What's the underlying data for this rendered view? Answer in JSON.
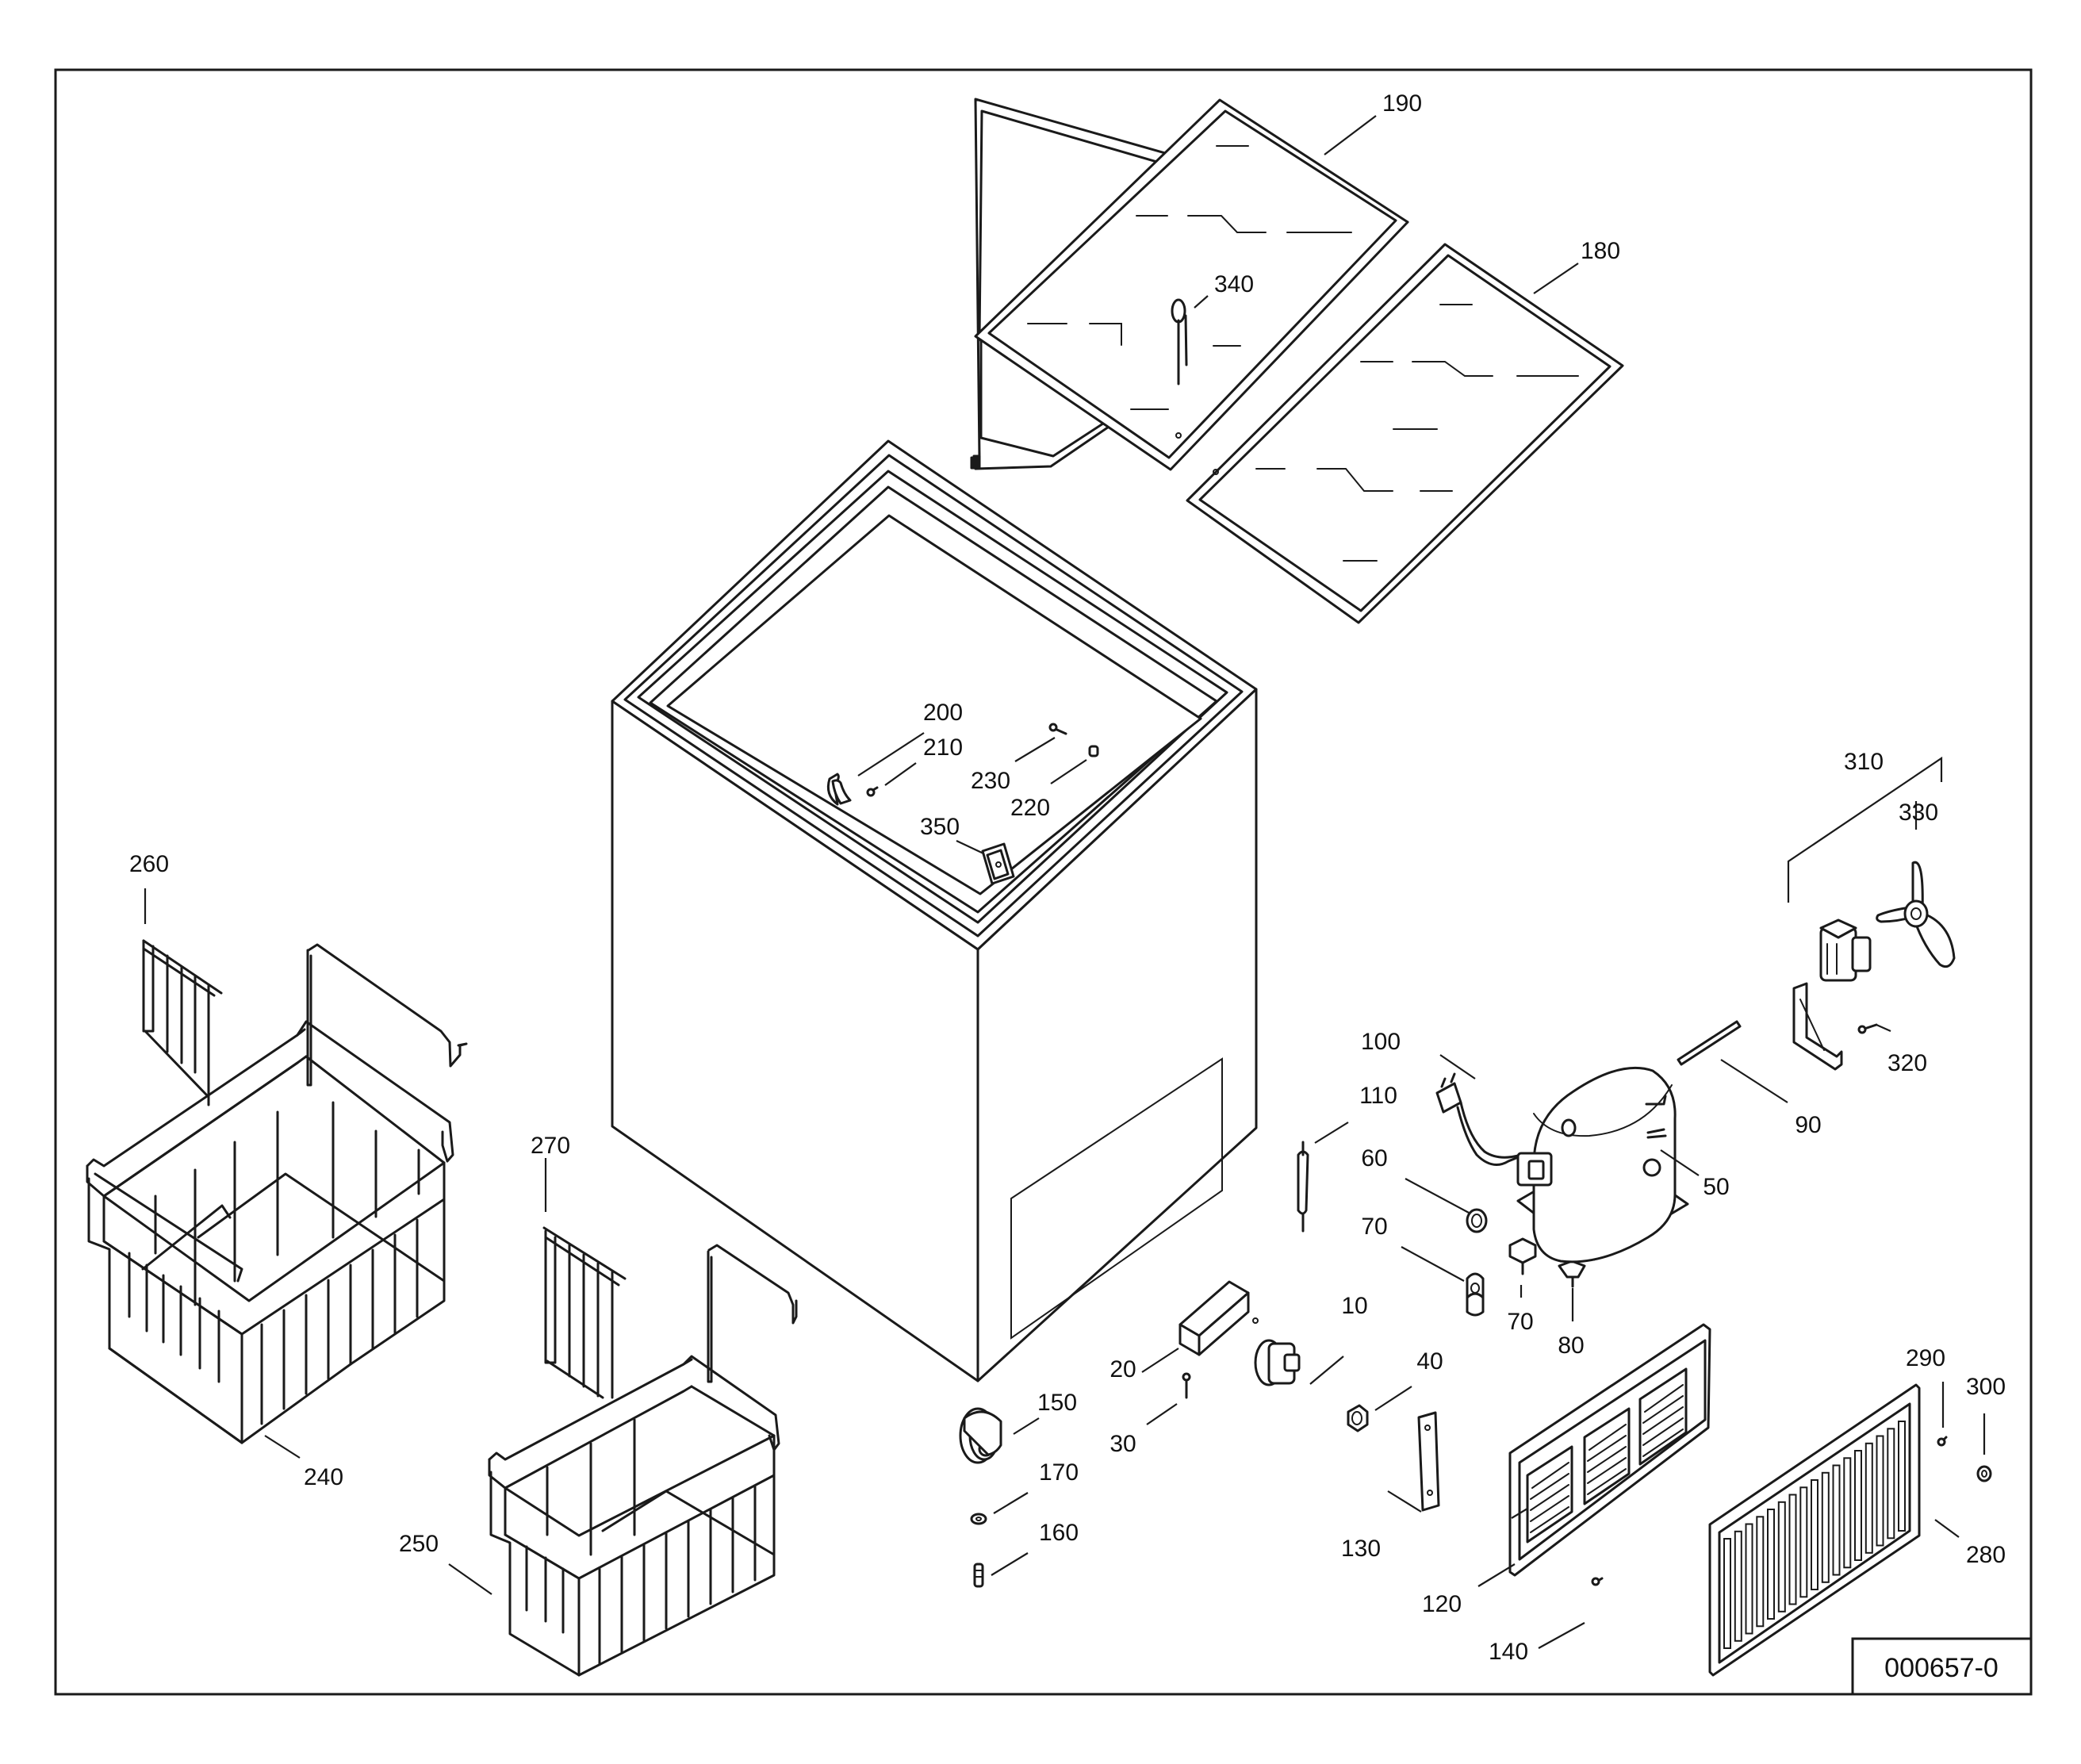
{
  "document_number": "000657-0",
  "callouts": {
    "c10": "10",
    "c20": "20",
    "c30": "30",
    "c40": "40",
    "c50": "50",
    "c60": "60",
    "c70a": "70",
    "c70b": "70",
    "c80": "80",
    "c90": "90",
    "c100": "100",
    "c110": "110",
    "c120": "120",
    "c130": "130",
    "c140": "140",
    "c150": "150",
    "c160": "160",
    "c170": "170",
    "c180": "180",
    "c190": "190",
    "c200": "200",
    "c210": "210",
    "c220": "220",
    "c230": "230",
    "c240": "240",
    "c250": "250",
    "c260": "260",
    "c270": "270",
    "c280": "280",
    "c290": "290",
    "c300": "300",
    "c310": "310",
    "c320": "320",
    "c330": "330",
    "c340": "340",
    "c350": "350"
  }
}
